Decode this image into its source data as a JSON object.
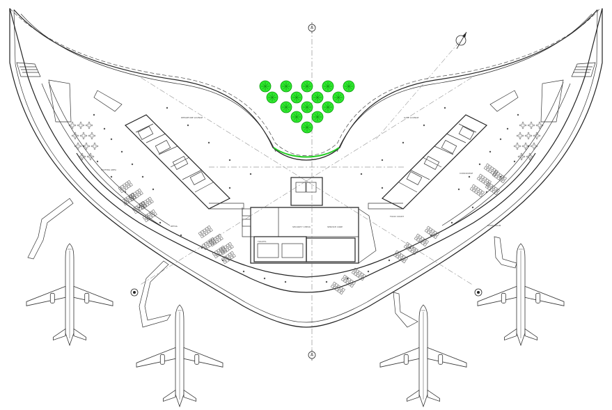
{
  "drawing": {
    "north_marker_top": "A",
    "north_marker_bottom": "A",
    "room_labels": [
      "DEPARTURE LOUNGE",
      "GATE LOUNGE",
      "WAITING AREA",
      "CONCOURSE",
      "RETAIL",
      "FOOD COURT",
      "TOILETS",
      "SECURITY CHECK",
      "SERVICE CORE",
      "STAFF ROOM"
    ],
    "legend_icons": [
      "north-arrow-icon",
      "section-marker-icon",
      "aircraft-icon",
      "tree-icon",
      "passenger-boarding-bridge-icon"
    ],
    "colors": {
      "linework": "#222222",
      "landscape_green": "#2ee62e",
      "background": "#ffffff"
    }
  }
}
